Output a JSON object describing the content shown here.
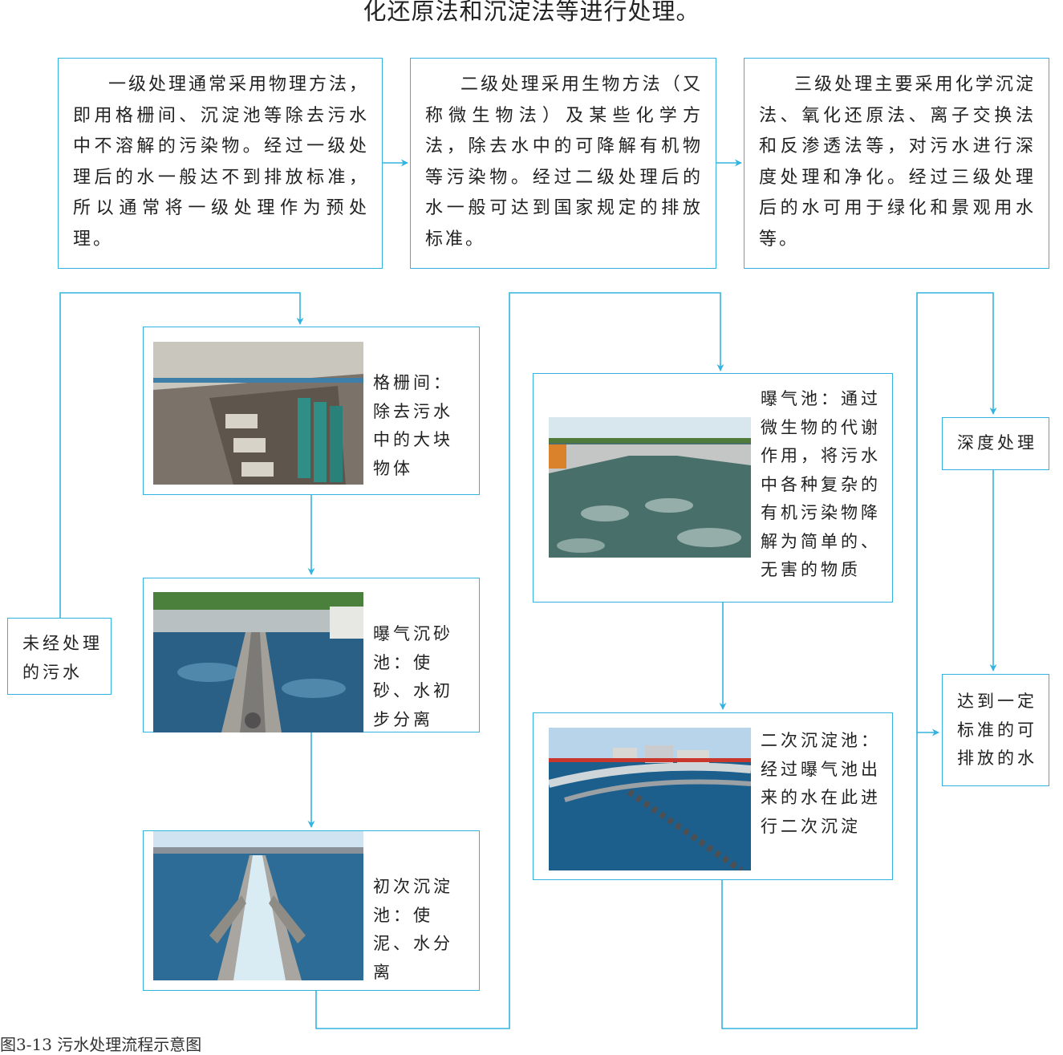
{
  "intro_tail": "化还原法和沉淀法等进行处理。",
  "stages": {
    "primary": "一级处理通常采用物理方法，即用格栅间、沉淀池等除去污水中不溶解的污染物。经过一级处理后的水一般达不到排放标准，所以通常将一级处理作为预处理。",
    "secondary": "二级处理采用生物方法（又称微生物法）及某些化学方法，除去水中的可降解有机物等污染物。经过二级处理后的水一般可达到国家规定的排放标准。",
    "tertiary": "三级处理主要采用化学沉淀法、氧化还原法、离子交换法和反渗透法等，对污水进行深度处理和净化。经过三级处理后的水可用于绿化和景观用水等。"
  },
  "steps": {
    "untreated": "未经处理的污水",
    "screen": "格栅间：除去污水中的大块物体",
    "grit": "曝气沉砂池：使砂、水初步分离",
    "primary_settle": "初次沉淀池：使泥、水分离",
    "aeration": "曝气池：通过微生物的代谢作用，将污水中各种复杂的有机污染物降解为简单的、无害的物质",
    "secondary_settle": "二次沉淀池：经过曝气池出来的水在此进行二次沉淀",
    "advanced": "深度处理",
    "discharge": "达到一定标准的可排放的水"
  },
  "caption": "图3-13  污水处理流程示意图",
  "colors": {
    "line": "#33b3e0",
    "text": "#222222"
  }
}
